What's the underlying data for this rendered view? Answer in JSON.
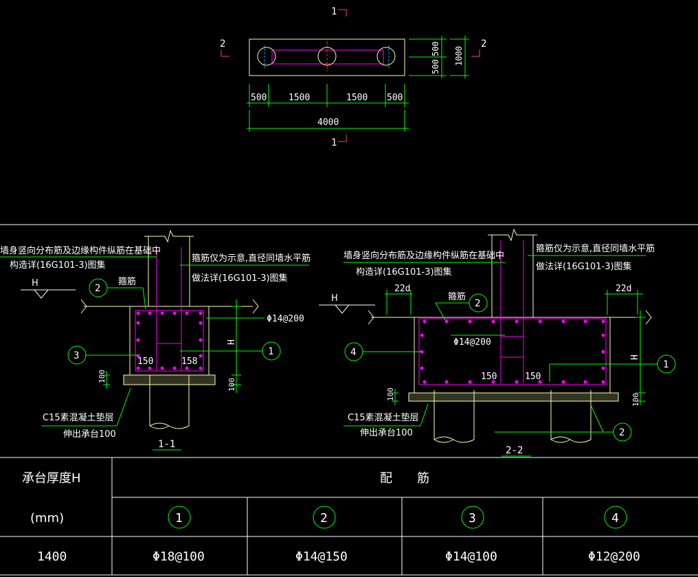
{
  "plan": {
    "section_marks": {
      "s1": "1",
      "s2": "2"
    },
    "dims": {
      "d500": "500",
      "d1500": "1500",
      "d4000": "4000",
      "d1000": "1000"
    }
  },
  "sections": {
    "note_left_1": "墙身竖向分布筋及边缘构件纵筋在基础中",
    "note_left_2": "构造详(16G101-3)图集",
    "note_right_1": "箍筋仅为示意,直径同墙水平筋",
    "note_right_2": "做法详(16G101-3)图集",
    "label_stirrup": "箍筋",
    "label_h": "H",
    "spacing_rebar": "Φ14@200",
    "dim_150": "150",
    "dim_158": "158",
    "dim_100": "100",
    "dim_22d": "22d",
    "pad_note_1": "C15素混凝土垫层",
    "pad_note_2": "伸出承台100",
    "title_1": "1-1",
    "title_2": "2-2",
    "markers": {
      "m1": "1",
      "m2": "2",
      "m3": "3",
      "m4": "4"
    }
  },
  "table": {
    "header_left_1": "承台厚度H",
    "header_left_2": "(mm)",
    "header_right": "配　　筋",
    "columns": [
      "1",
      "2",
      "3",
      "4"
    ],
    "row": {
      "thickness": "1400",
      "values": [
        "Φ18@100",
        "Φ14@150",
        "Φ14@100",
        "Φ12@200"
      ]
    }
  },
  "colors": {
    "background": "#000000",
    "outline": "#ffffaa",
    "dimension": "#00ff00",
    "rebar": "#ff00ff",
    "leader": "#00ff00",
    "text": "#ffffff",
    "section_mark": "#ff3399",
    "axis": "#ff3333"
  }
}
